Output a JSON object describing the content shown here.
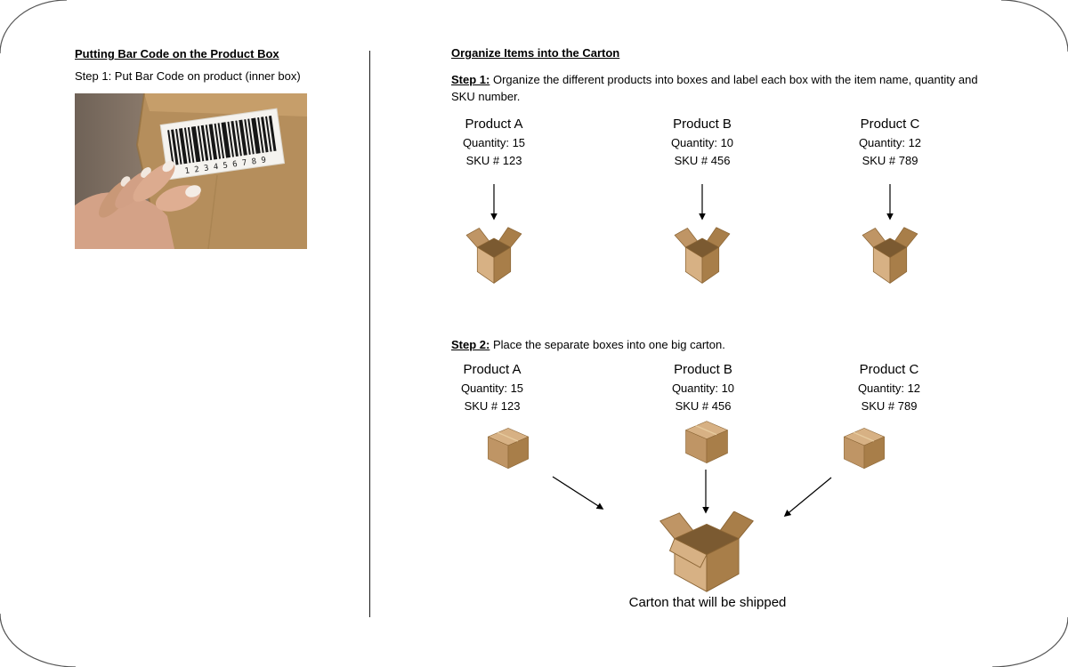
{
  "left": {
    "title": "Putting Bar Code on the Product Box",
    "step1": "Step 1: Put Bar Code on product (inner box)",
    "barcode_digits": "1 2 3 4 5 6 7 8 9"
  },
  "right": {
    "title": "Organize Items into the Carton",
    "step1_label": "Step 1:",
    "step1_text": "Organize the different products into boxes and label each box with the item name, quantity and SKU number.",
    "step2_label": "Step 2:",
    "step2_text": "Place the separate boxes into one big carton.",
    "products": [
      {
        "name": "Product A",
        "quantity": "Quantity: 15",
        "sku": "SKU # 123"
      },
      {
        "name": "Product B",
        "quantity": "Quantity: 10",
        "sku": "SKU # 456"
      },
      {
        "name": "Product C",
        "quantity": "Quantity: 12",
        "sku": "SKU # 789"
      }
    ],
    "carton_caption": "Carton that will be shipped"
  },
  "colors": {
    "box_light": "#d7b184",
    "box_mid": "#bf9565",
    "box_dark": "#a87e49",
    "box_interior": "#7b5a31",
    "box_edge": "#8a6434",
    "arrow_color": "#000000",
    "divider_color": "#1a1a1a",
    "corner_line_color": "#555555",
    "text_color": "#000000"
  }
}
